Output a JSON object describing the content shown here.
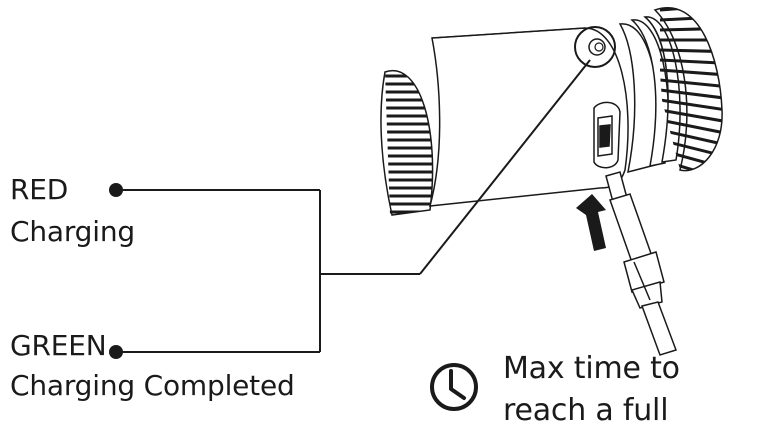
{
  "indicators": [
    {
      "color_name": "RED",
      "description": "Charging",
      "color": "#1a1a1a"
    },
    {
      "color_name": "GREEN",
      "description": "Charging Completed",
      "color": "#1a1a1a"
    }
  ],
  "charge_time": {
    "icon": "clock-icon",
    "line1": "Max time to",
    "line2": "reach a full"
  },
  "illustration": {
    "device": "flashlight-tail",
    "indicator": "led-indicator",
    "port": "charging-port",
    "cable": "usb-cable",
    "arrow": "insert-arrow"
  }
}
